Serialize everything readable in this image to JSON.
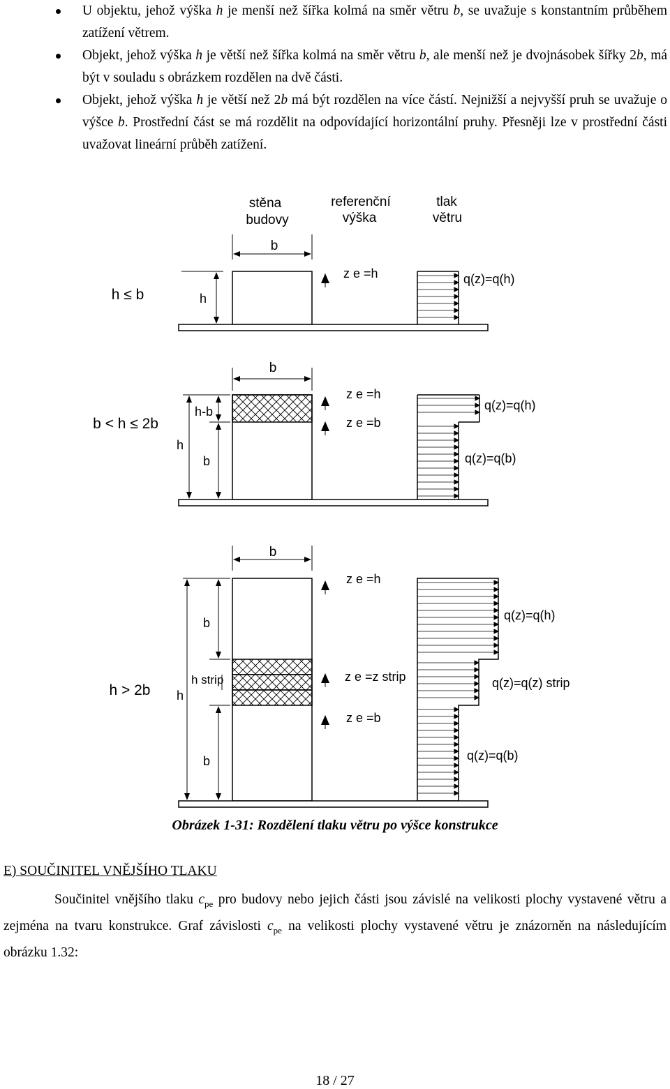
{
  "bullets": [
    {
      "parts": [
        "U objektu, jehož výška ",
        "h",
        " je menší než šířka kolmá na směr větru ",
        "b",
        ", se uvažuje s konstantním průběhem zatížení větrem."
      ]
    },
    {
      "parts": [
        "Objekt, jehož výška ",
        "h",
        " je větší než šířka kolmá na směr větru ",
        "b",
        ", ale menší než je dvojnásobek šířky 2",
        "b",
        ", má být v souladu s obrázkem rozdělen na dvě části."
      ]
    },
    {
      "parts": [
        "Objekt, jehož výška ",
        "h",
        " je větší než 2",
        "b",
        " má být rozdělen na více částí. Nejnižší a nejvyšší pruh se uvažuje o výšce ",
        "b",
        ". Prostřední část se má rozdělit na odpovídající horizontální pruhy. Přesněji lze v prostřední části uvažovat lineární průběh zatížení."
      ]
    }
  ],
  "figure": {
    "column_headers": {
      "wall": [
        "stěna",
        "budovy"
      ],
      "ref_height": [
        "referenční",
        "výška"
      ],
      "pressure": [
        "tlak",
        "větru"
      ]
    },
    "case1": {
      "condition": "h ≤ b",
      "width_label": "b",
      "height_label": "h",
      "ze": "z e =h",
      "q": "q(z)=q(h)"
    },
    "case2": {
      "condition": "b < h ≤ 2b",
      "width_label": "b",
      "height_label": "h",
      "top_label": "h-b",
      "bottom_label": "b",
      "ze_top": "z e =h",
      "ze_bottom": "z e =b",
      "q_top": "q(z)=q(h)",
      "q_bottom": "q(z)=q(b)"
    },
    "case3": {
      "condition": "h > 2b",
      "width_label": "b",
      "height_label": "h",
      "top_label": "b",
      "strip_label": "h strip",
      "bottom_label": "b",
      "ze_top": "z e =h",
      "ze_strip": "z e =z strip",
      "ze_bottom": "z e =b",
      "q_top": "q(z)=q(h)",
      "q_strip": "q(z)=q(z) strip",
      "q_bottom": "q(z)=q(b)"
    }
  },
  "caption": "Obrázek 1-31: Rozdělení tlaku větru po výšce konstrukce",
  "heading": "E) SOUČINITEL VNĚJŠÍHO TLAKU",
  "paragraph": {
    "t1": "Součinitel vnějšího tlaku ",
    "c": "c",
    "sub": "pe",
    "t2": " pro budovy nebo jejich části jsou závislé na velikosti plochy vystavené větru a zejména na tvaru konstrukce. Graf  závislosti ",
    "t3": " na velikosti plochy vystavené větru je znázorněn na následujícím obrázku 1.32:"
  },
  "page_number": "18 / 27"
}
